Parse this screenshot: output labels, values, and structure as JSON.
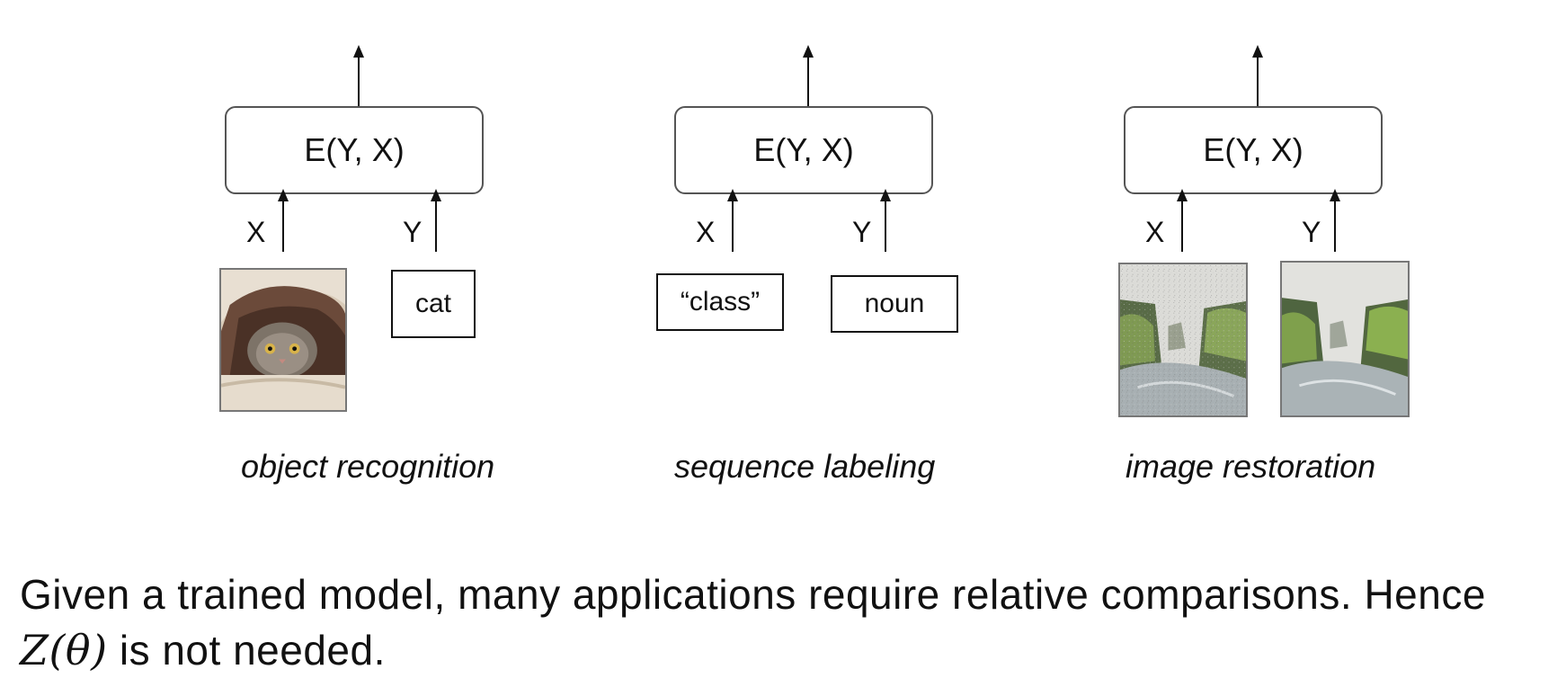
{
  "panels": [
    {
      "energy_label": "E(Y, X)",
      "x_label": "X",
      "y_label": "Y",
      "y_text": "cat",
      "caption": "object recognition",
      "x_image": "cat-photo",
      "y_image": null
    },
    {
      "energy_label": "E(Y, X)",
      "x_label": "X",
      "y_label": "Y",
      "x_text": "“class”",
      "y_text": "noun",
      "caption": "sequence labeling"
    },
    {
      "energy_label": "E(Y, X)",
      "x_label": "X",
      "y_label": "Y",
      "caption": "image restoration",
      "x_image": "noisy-landscape-photo",
      "y_image": "clean-landscape-photo"
    }
  ],
  "statement": {
    "line1": "Given a trained model, many applications require relative comparisons. Hence",
    "math": "Z(θ)",
    "line2_rest": " is not needed."
  }
}
